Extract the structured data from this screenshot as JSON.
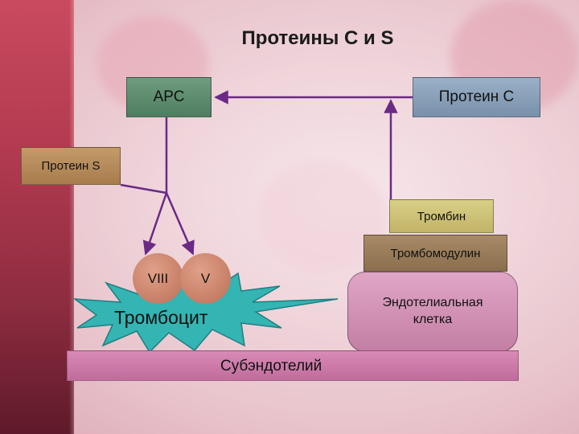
{
  "title": "Протеины С и S",
  "nodes": {
    "apc": "АРС",
    "protein_c": "Протеин С",
    "protein_s": "Протеин S",
    "thrombin": "Тромбин",
    "thrombomodulin": "Тромбомодулин",
    "factor_viii": "VIII",
    "factor_v": "V",
    "platelet": "Тромбоцит",
    "endothelial_cell": "Эндотелиальная клетка",
    "subendothelium": "Субэндотелий"
  },
  "colors": {
    "arrow": "#6a2a86",
    "platelet": "#2aa6a6"
  }
}
